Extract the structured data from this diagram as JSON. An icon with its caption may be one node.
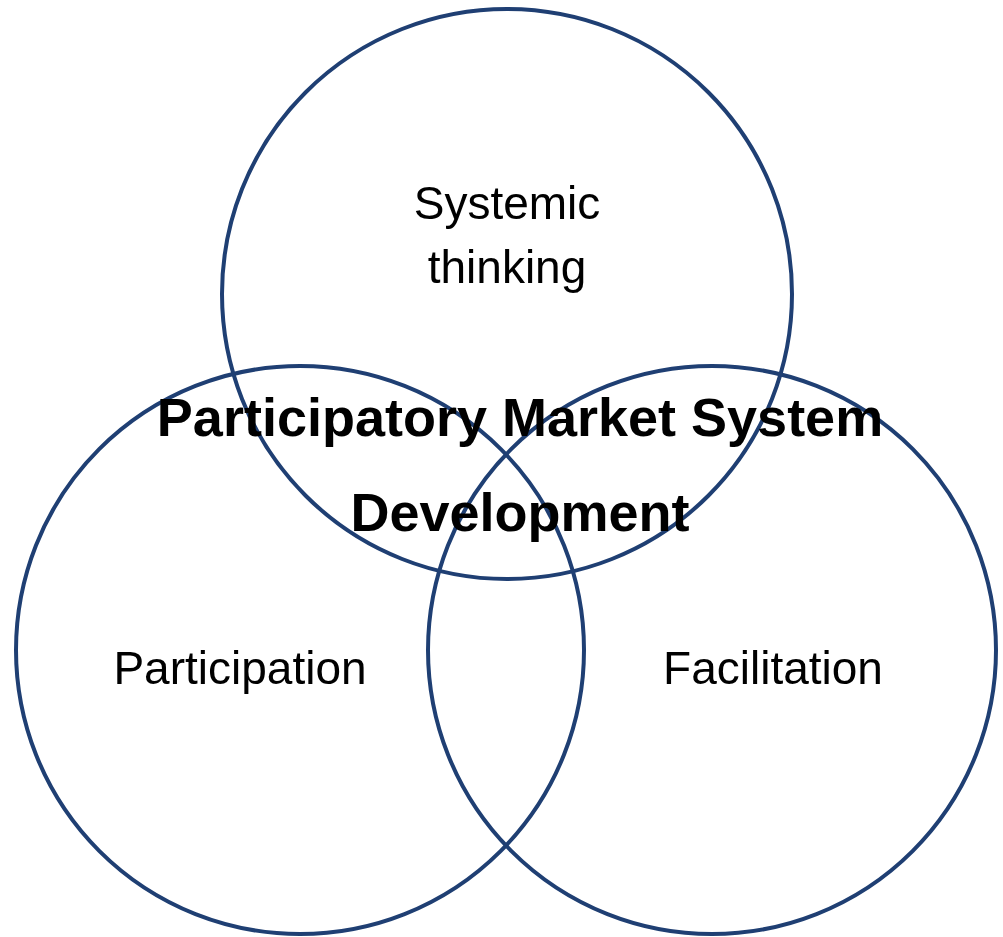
{
  "diagram": {
    "title": "Participatory Market System Development",
    "nodes": [
      {
        "text": [
          "Systemic thinking"
        ]
      },
      {
        "text": [
          "Participation"
        ]
      },
      {
        "text": [
          "Facilitation"
        ]
      }
    ],
    "edges": []
  }
}
